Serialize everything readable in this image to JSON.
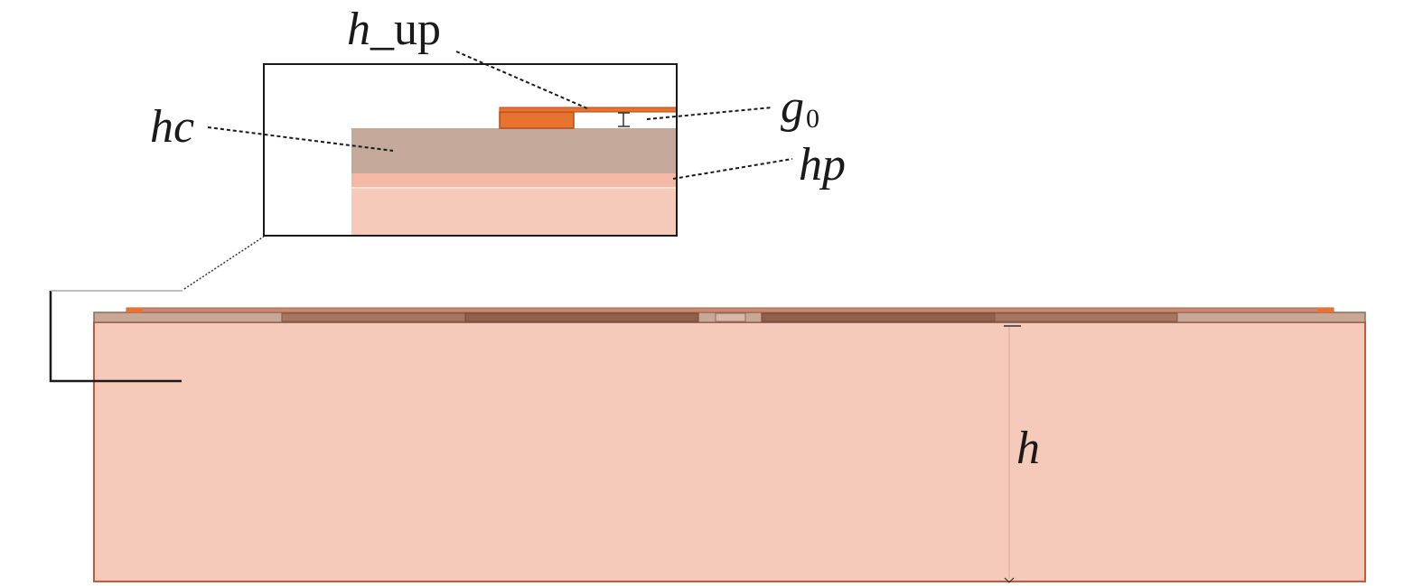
{
  "labels": {
    "h_up": {
      "var": "h",
      "suffix": "_up"
    },
    "hc": "hc",
    "g0": {
      "var": "g",
      "sub": "0"
    },
    "hp": "hp",
    "h": "h"
  },
  "colors": {
    "substrate": "#f6cabb",
    "substrate_border": "#c8583a",
    "copper": "#e8732f",
    "copper_dark": "#8a5a45",
    "cover_layer": "#c4a89a",
    "cover_border": "#8c6b5e",
    "frame": "#1a1a1a"
  }
}
